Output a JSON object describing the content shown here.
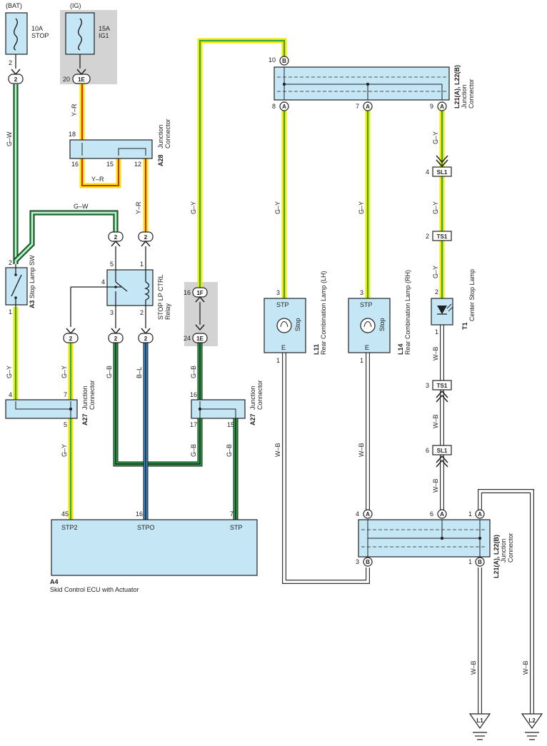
{
  "fuses": [
    {
      "source": "(BAT)",
      "rating": "10A",
      "name": "STOP",
      "pin": "2",
      "conn": "2"
    },
    {
      "source": "(IG)",
      "rating": "15A",
      "name": "IG1",
      "pin": "20",
      "conn": "1E"
    }
  ],
  "wire_colors": {
    "gw": "G–W",
    "yr": "Y–R",
    "gy": "G–Y",
    "gb": "G–B",
    "bl": "B–L",
    "wb": "W–B"
  },
  "junction_top": {
    "code": "L21(A), L22(B)",
    "desc": "Junction\nConnector",
    "pins": {
      "b10": "10",
      "a8": "8",
      "a7": "7",
      "a9": "9"
    },
    "letters": {
      "a": "A",
      "b": "B"
    }
  },
  "junction_bottom": {
    "code": "L21(A), L22(B)",
    "desc": "Junction\nConnector",
    "pins": {
      "a4": "4",
      "a6": "6",
      "a1": "1",
      "b3": "3",
      "b1": "1"
    }
  },
  "a28": {
    "code": "A28",
    "desc": "Junction\nConnector",
    "pins": {
      "p18": "18",
      "p16": "16",
      "p15": "15",
      "p12": "12"
    }
  },
  "a27_left": {
    "code": "A27",
    "desc": "Junction\nConnector",
    "pins": {
      "p4": "4",
      "p7": "7",
      "p5": "5"
    }
  },
  "a27_right": {
    "code": "A27",
    "desc": "Junction\nConnector",
    "pins": {
      "p16": "16",
      "p17": "17",
      "p15": "15"
    }
  },
  "a3": {
    "code": "A3",
    "desc": "Stop Lamp SW",
    "pins": {
      "p2": "2",
      "p1": "1"
    }
  },
  "relay": {
    "name": "STOP LP CTRL\nRelay",
    "pins": {
      "p5": "5",
      "p1": "1",
      "p4": "4",
      "p3": "3",
      "p2": "2"
    }
  },
  "ig_conn": {
    "p16": "16",
    "c1F": "1F",
    "p24": "24",
    "c1E": "1E"
  },
  "inline_conn": "2",
  "l11": {
    "code": "L11",
    "desc": "Rear Combination Lamp (LH)",
    "stp": "STP",
    "stop": "Stop",
    "e": "E",
    "pin3": "3",
    "pin1": "1"
  },
  "l14": {
    "code": "L14",
    "desc": "Rear Combination Lamp (RH)",
    "stp": "STP",
    "stop": "Stop",
    "e": "E",
    "pin3": "3",
    "pin1": "1"
  },
  "t1": {
    "code": "T1",
    "desc": "Center Stop Lamp",
    "pin2": "2",
    "pin1": "1"
  },
  "sl1": {
    "label": "SL1",
    "pin_top": "4",
    "pin_bot": "6"
  },
  "ts1": {
    "label": "TS1",
    "pin_top": "2",
    "pin_bot": "3"
  },
  "ecu": {
    "code": "A4",
    "name": "Skid Control ECU with Actuator",
    "terminals": {
      "stp2": "STP2",
      "stpo": "STPO",
      "stp": "STP"
    },
    "pins": {
      "p45": "45",
      "p16": "16",
      "p7": "7"
    }
  },
  "grounds": {
    "l1": "L1",
    "l2": "L2"
  },
  "colors": {
    "box": "#c5e6f5",
    "gray": "#d3d3d3",
    "green": "#2aa84a",
    "yellow": "#f2e600",
    "red": "#e0261b",
    "blue": "#3d8fd6",
    "white": "#ffffff"
  }
}
